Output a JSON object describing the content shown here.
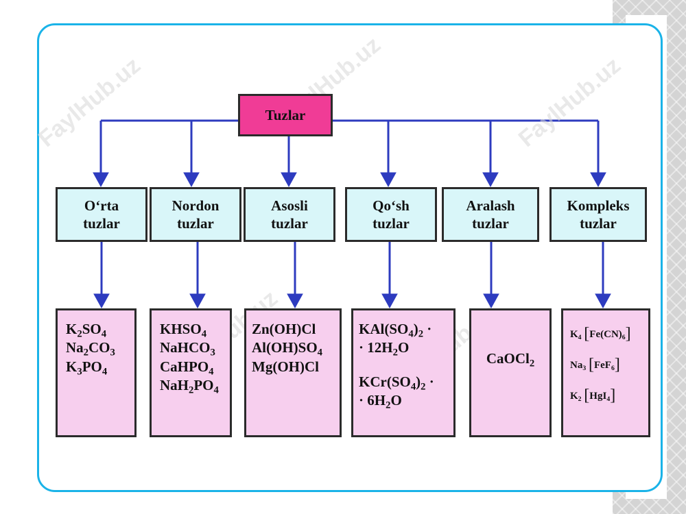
{
  "root": {
    "label": "Tuzlar"
  },
  "categories": [
    {
      "label": "O‘rta\ntuzlar"
    },
    {
      "label": "Nordon\ntuzlar"
    },
    {
      "label": "Asosli\ntuzlar"
    },
    {
      "label": "Qo‘sh\ntuzlar"
    },
    {
      "label": "Aralash\ntuzlar"
    },
    {
      "label": "Kompleks\ntuzlar"
    }
  ],
  "examples": [
    [
      "K2SO4",
      "Na2CO3",
      "K3PO4"
    ],
    [
      "KHSO4",
      "NaHCO3",
      "CaHPO4",
      "NaH2PO4"
    ],
    [
      "Zn(OH)Cl",
      "Al(OH)SO4",
      "Mg(OH)Cl"
    ],
    [
      "KAl(SO4)2 ·",
      "· 12H2O",
      "KCr(SO4)2 ·",
      "· 6H2O"
    ],
    [
      "CaOCl2"
    ],
    [
      "K4 [Fe(CN)6]",
      "Na3 [FeF6]",
      "K2 [HgI4]"
    ]
  ],
  "watermark": "FaylHub.uz",
  "colors": {
    "frame": "#1ab3e8",
    "root_fill": "#f03c96",
    "category_fill": "#d9f6f9",
    "example_fill": "#f7cfee",
    "arrow": "#2d3bbf"
  }
}
